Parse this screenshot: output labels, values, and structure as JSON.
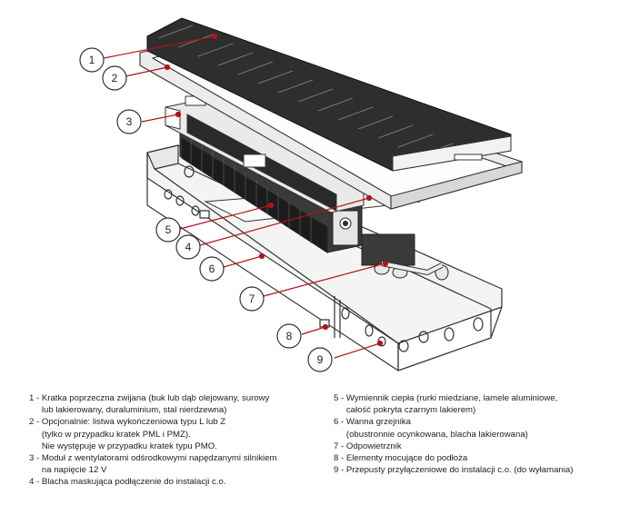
{
  "diagram": {
    "callouts": [
      "1",
      "2",
      "3",
      "4",
      "5",
      "6",
      "7",
      "8",
      "9"
    ],
    "colors": {
      "accent": "#b3121b",
      "line": "#333333",
      "circle_fill": "#ffffff"
    }
  },
  "legend": {
    "left": [
      {
        "num": "1 - ",
        "text": "Kratka poprzeczna zwijana (buk lub dąb olejowany, surowy\nlub lakierowany, duraluminium, stal nierdzewna)"
      },
      {
        "num": "2 - ",
        "text": "Opcjonalnie: listwa wykończeniowa typu L lub Z\n(tylko w przypadku kratek PML i PMZ).\nNie występuje w przypadku kratek typu PMO."
      },
      {
        "num": "3 - ",
        "text": "Moduł z wentylatorami odśrodkowymi napędzanymi silnikiem\nna napięcie 12 V"
      },
      {
        "num": "4 - ",
        "text": "Blacha maskująca podłączenie do instalacji c.o."
      }
    ],
    "right": [
      {
        "num": "5 - ",
        "text": "Wymiennik ciepła (rurki miedziane, lamele aluminiowe,\ncałość pokryta czarnym lakierem)"
      },
      {
        "num": "6 - ",
        "text": "Wanna grzejnika\n(obustronnie ocynkowana, blacha lakierowana)"
      },
      {
        "num": "7 - ",
        "text": "Odpowietrznik"
      },
      {
        "num": "8 - ",
        "text": "Elementy mocujące do podłoża"
      },
      {
        "num": "9 - ",
        "text": "Przepusty przyłączeniowe do instalacji c.o. (do wyłamania)"
      }
    ]
  }
}
